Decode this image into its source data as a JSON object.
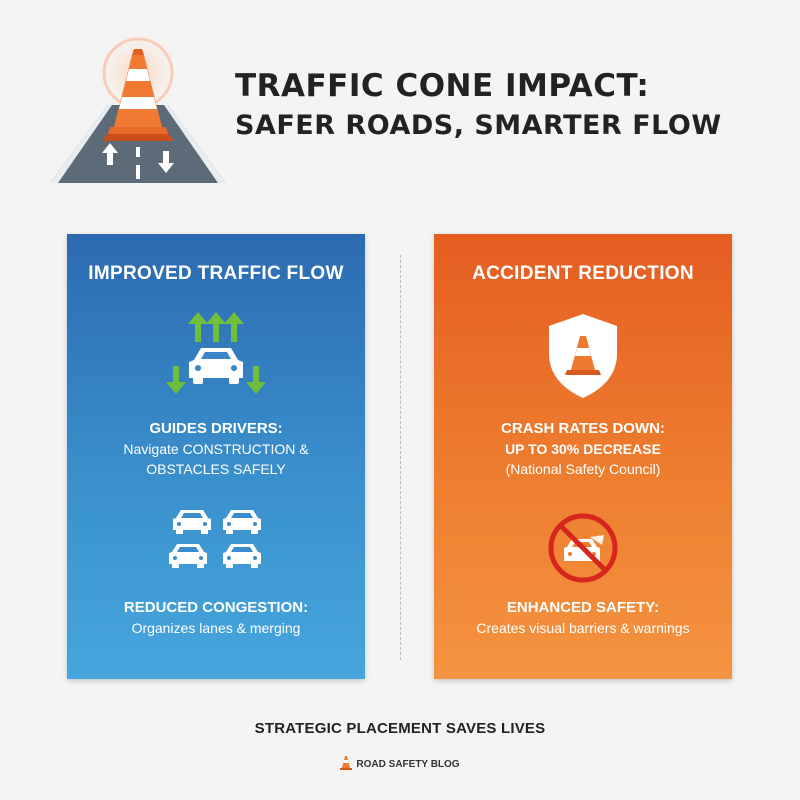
{
  "header": {
    "title_line1": "TRAFFIC CONE IMPACT:",
    "title_line2": "SAFER ROADS, SMARTER FLOW",
    "icon": "traffic-cone-road-icon"
  },
  "left_card": {
    "title": "IMPROVED TRAFFIC FLOW",
    "color": "#3a8ccc",
    "block1": {
      "heading": "GUIDES DRIVERS:",
      "line1": "Navigate CONSTRUCTION &",
      "line2": "OBSTACLES SAFELY",
      "icon": "car-arrows-icon"
    },
    "block2": {
      "heading": "REDUCED CONGESTION:",
      "line1": "Organizes lanes & merging",
      "icon": "four-cars-icon"
    }
  },
  "right_card": {
    "title": "ACCIDENT REDUCTION",
    "color": "#ee7a2d",
    "block1": {
      "heading": "CRASH RATES DOWN:",
      "line1": "UP TO 30% DECREASE",
      "line2": "(National Safety Council)",
      "icon": "shield-cone-icon"
    },
    "block2": {
      "heading": "ENHANCED SAFETY:",
      "line1": "Creates visual barriers & warnings",
      "icon": "no-crash-icon"
    }
  },
  "footer": {
    "tagline": "STRATEGIC PLACEMENT SAVES LIVES",
    "brand": "ROAD SAFETY BLOG"
  }
}
